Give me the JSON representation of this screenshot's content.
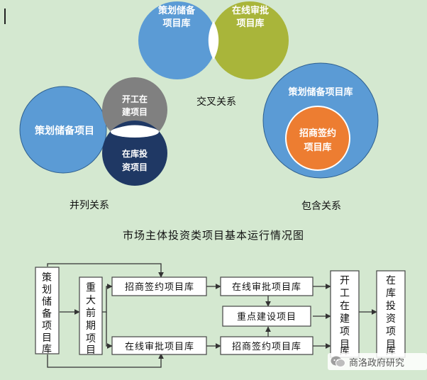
{
  "venn": {
    "intersect": {
      "left": [
        "策划储备",
        "项目库"
      ],
      "right": [
        "在线审批",
        "项目库"
      ],
      "label": "交叉关系"
    },
    "parallel": {
      "big": "策划储备项目",
      "top": [
        "开工在",
        "建项目"
      ],
      "bottom": [
        "在库投",
        "资项目"
      ],
      "label": "并列关系"
    },
    "contain": {
      "outer": "策划储备项目库",
      "inner": [
        "招商签约",
        "项目库"
      ],
      "label": "包含关系"
    }
  },
  "flow": {
    "title": "市场主体投资类项目基本运行情况图",
    "n_chbei": [
      "策",
      "划",
      "储",
      "备",
      "项",
      "目",
      "库"
    ],
    "n_zhongda": [
      "重",
      "大",
      "前",
      "期",
      "项",
      "目"
    ],
    "n_zhaoshang_top": "招商签约项目库",
    "n_zaixian_top": "在线审批项目库",
    "n_zhongdian": "重点建设项目",
    "n_zaixian_bot": "在线审批项目库",
    "n_zhaoshang_bot": "招商签约项目库",
    "n_kaigong": [
      "开",
      "工",
      "在",
      "建",
      "项",
      "目",
      "库"
    ],
    "n_zaiku": [
      "在",
      "库",
      "投",
      "资",
      "项",
      "目",
      "库"
    ]
  },
  "watermark": "商洛政府研究",
  "colors": {
    "background": "#d4e8d0",
    "blue": "#5b9bd5",
    "olive": "#a9b53a",
    "gray": "#808080",
    "navy": "#1f3864",
    "orange": "#ed7d31"
  },
  "icons": [
    "wechat-icon"
  ]
}
